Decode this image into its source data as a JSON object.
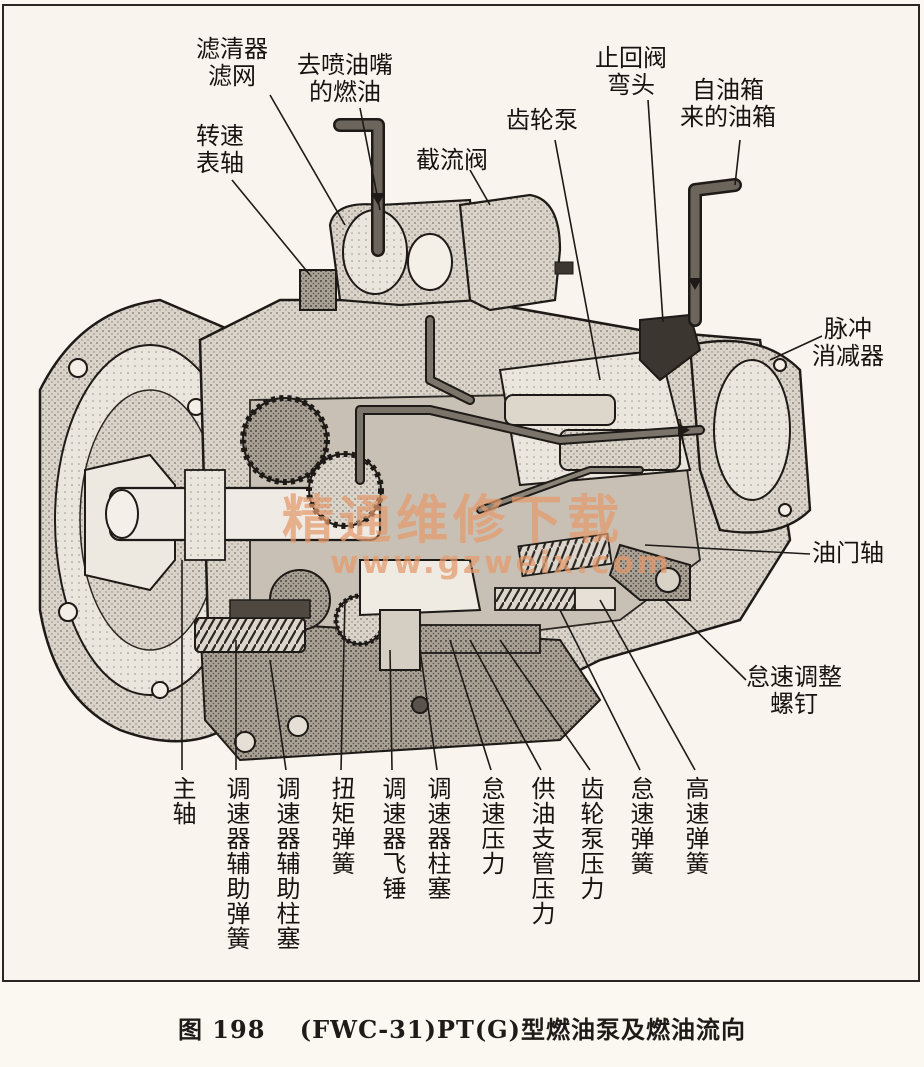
{
  "labels": {
    "filter_screen": "滤清器\n滤网",
    "to_injector": "去喷油嘴\n的燃油",
    "tach_shaft": "转速\n表轴",
    "throttle_valve": "截流阀",
    "gear_pump": "齿轮泵",
    "check_valve_elbow": "止回阀\n弯头",
    "from_tank": "自油箱\n来的油箱",
    "pulse_damper": "脉冲\n消减器",
    "throttle_shaft": "油门轴",
    "idle_adjust_screw": "怠速调整\n螺钉",
    "bottom": [
      "主轴",
      "调速器辅助弹簧",
      "调速器辅助柱塞",
      "扭矩弹簧",
      "调速器飞锤",
      "调速器柱塞",
      "怠速压力",
      "供油支管压力",
      "齿轮泵压力",
      "怠速弹簧",
      "高速弹簧"
    ]
  },
  "watermark": {
    "cn": "精通维修下载",
    "url": "www.gzweix.com"
  },
  "caption": "图 198 　(FWC-31)PT(G)型燃油泵及燃油流向"
}
